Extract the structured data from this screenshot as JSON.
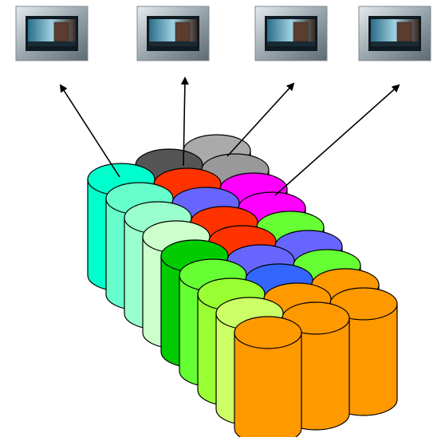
{
  "monitors": [
    {
      "name": "monitor-1"
    },
    {
      "name": "monitor-2"
    },
    {
      "name": "monitor-3"
    },
    {
      "name": "monitor-4"
    }
  ],
  "colors": {
    "monitor_bezel": "#9aa6ad",
    "monitor_bezel_light": "#d8e0e4",
    "monitor_screen_bg": "#0f1a22",
    "arrow": "#000000",
    "cylinder_outline": "#000000"
  },
  "rows": [
    [
      "#00ffcc",
      "#555555",
      "#aaaaaa"
    ],
    [
      "#66ffcc",
      "#ff3300",
      "#999999"
    ],
    [
      "#99ffcc",
      "#6666ff",
      "#ff00ff"
    ],
    [
      "#ccffcc",
      "#ff3300",
      "#ff00ff"
    ],
    [
      "#00cc00",
      "#ff3300",
      "#66ff33"
    ],
    [
      "#66ff33",
      "#6666ff",
      "#6666ff"
    ],
    [
      "#99ff33",
      "#3366ff",
      "#66ff33"
    ],
    [
      "#ccff66",
      "#ff9900",
      "#ff9900"
    ],
    [
      "#ff9900",
      "#ff9900",
      "#ff9900"
    ]
  ],
  "arrows": [
    {
      "from": "column-0-top",
      "to": "monitor-1"
    },
    {
      "from": "column-1-top",
      "to": "monitor-2"
    },
    {
      "from": "column-2-top",
      "to": "monitor-3"
    },
    {
      "from": "column-2-row-2",
      "to": "monitor-4"
    }
  ]
}
